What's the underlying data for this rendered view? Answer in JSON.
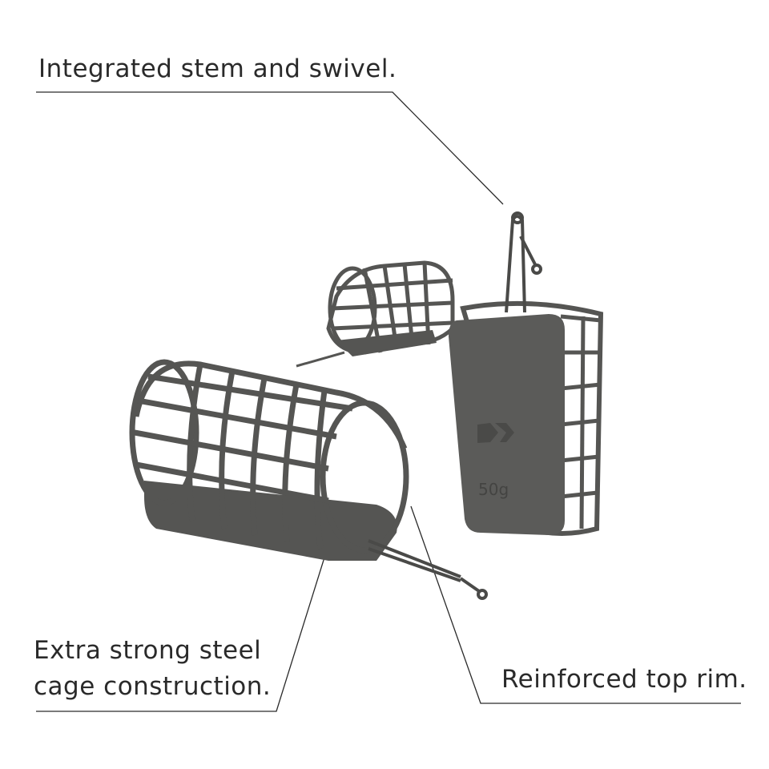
{
  "callouts": {
    "stem": "Integrated stem and swivel.",
    "cage_line1": "Extra strong steel",
    "cage_line2": "cage construction.",
    "rim": "Reinforced top rim."
  },
  "product": {
    "weight_mark": "50g",
    "brand_logo": "Daiwa D-logo"
  },
  "colors": {
    "metal": "#5a5a58",
    "metal_dark": "#444442",
    "line": "#2a2a2a"
  }
}
